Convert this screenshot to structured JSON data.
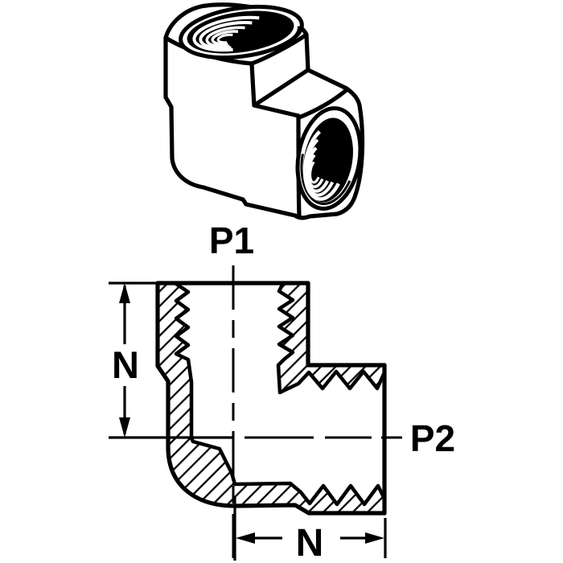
{
  "page": {
    "background_color": "#ffffff"
  },
  "diagram": {
    "kind": "pipe-fitting-technical-drawing",
    "ink_color": "#000000",
    "labels": {
      "port1": "P1",
      "port2": "P2",
      "dim_vertical": "N",
      "dim_horizontal": "N"
    }
  }
}
